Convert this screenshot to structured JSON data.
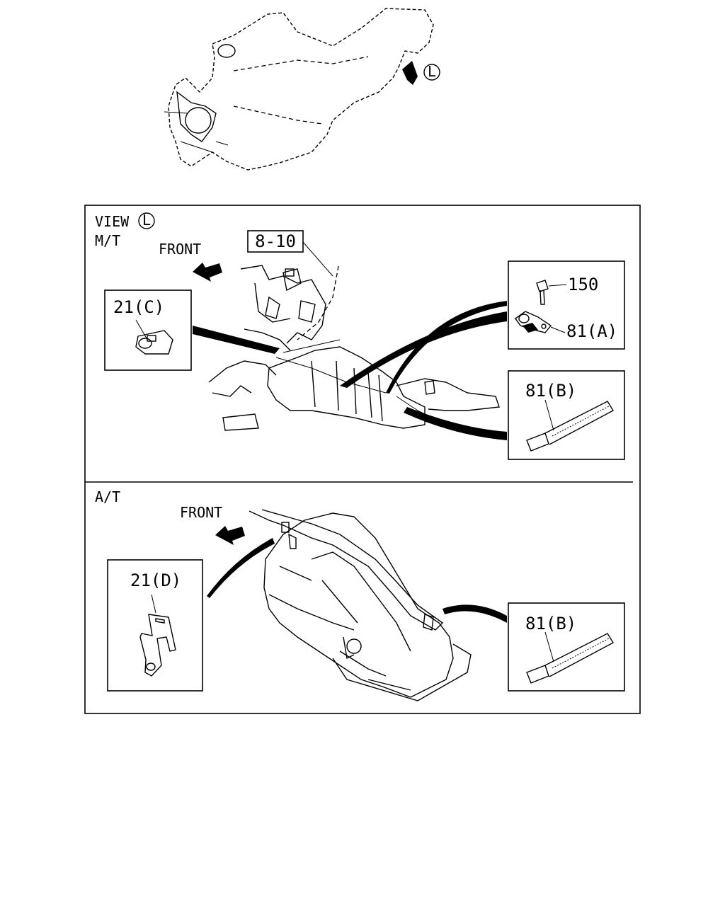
{
  "top_view": {
    "view_marker": "L"
  },
  "main_panel": {
    "view_label": "VIEW",
    "view_marker": "L",
    "mt_section": {
      "label": "M/T",
      "front_label": "FRONT",
      "ref_label": "8-10",
      "callouts": {
        "clip_c": "21(C)",
        "bolt": "150",
        "clamp_a": "81(A)",
        "tie_b": "81(B)"
      }
    },
    "at_section": {
      "label": "A/T",
      "front_label": "FRONT",
      "callouts": {
        "bracket_d": "21(D)",
        "tie_b": "81(B)"
      }
    }
  }
}
